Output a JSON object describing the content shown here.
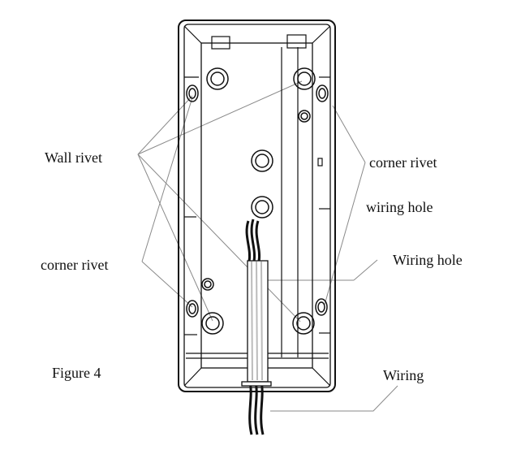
{
  "labels": {
    "wall_rivet": "Wall  rivet",
    "corner_rivet_left": "corner  rivet",
    "corner_rivet_right": "corner rivet",
    "wiring_hole_upper": "wiring hole",
    "wiring_hole_lower": "Wiring hole",
    "wiring": "Wiring",
    "figure": "Figure 4"
  },
  "colors": {
    "line": "#111111",
    "leader": "#888888",
    "sleeve": "#bbbbbb"
  }
}
